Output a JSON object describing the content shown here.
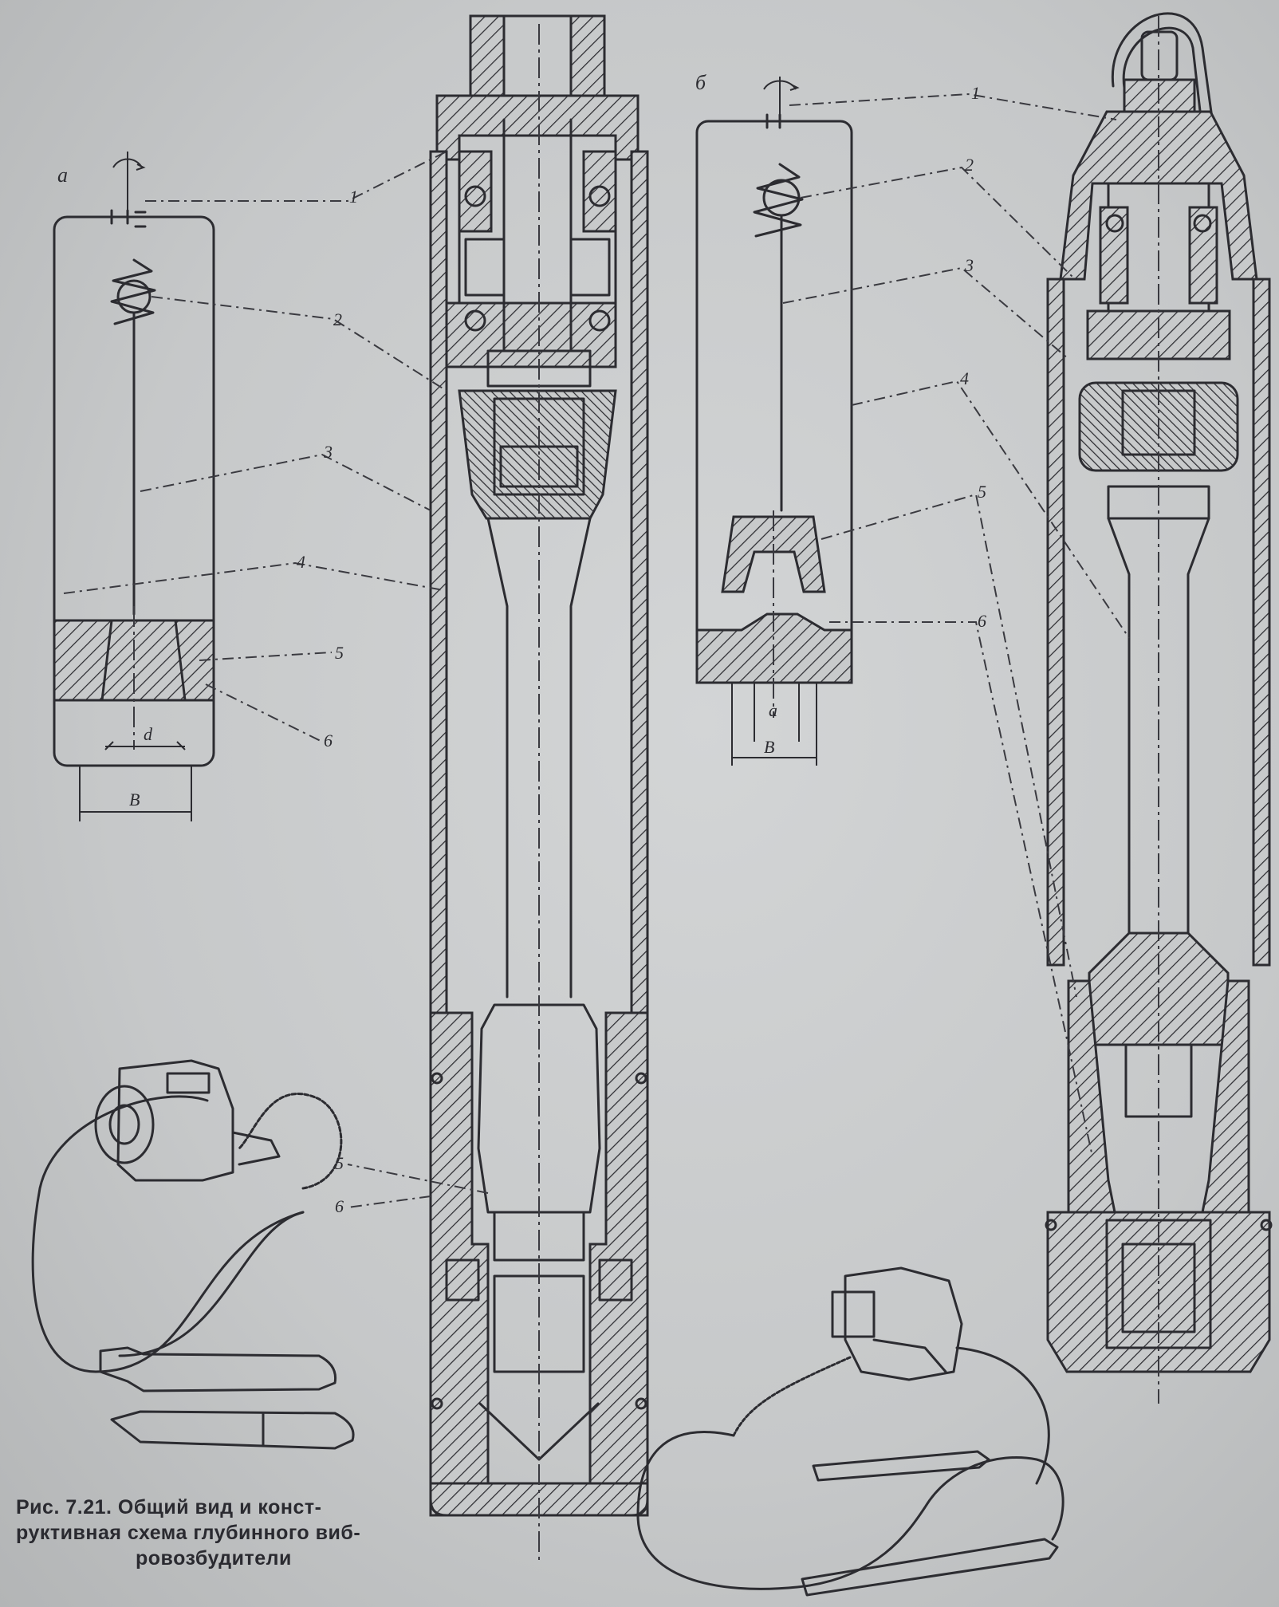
{
  "figure": {
    "caption": {
      "line1": "Рис. 7.21. Общий вид и конст-",
      "line2": "руктивная схема глубинного виб-",
      "line3": "ровозбудители"
    },
    "scheme_a": {
      "letter": "a",
      "dim_inner": "d",
      "dim_outer": "B",
      "leaders": [
        "1",
        "2",
        "3",
        "4",
        "5",
        "6"
      ]
    },
    "scheme_b": {
      "letter": "б",
      "dim_inner": "a",
      "dim_outer": "B",
      "leaders": [
        "1",
        "2",
        "3",
        "4",
        "5",
        "6"
      ]
    },
    "section_left": {
      "leaders": [
        "1",
        "2",
        "3",
        "4",
        "5",
        "6"
      ]
    },
    "section_right": {
      "leaders": [
        "1",
        "2",
        "3",
        "4",
        "5",
        "6"
      ]
    }
  }
}
